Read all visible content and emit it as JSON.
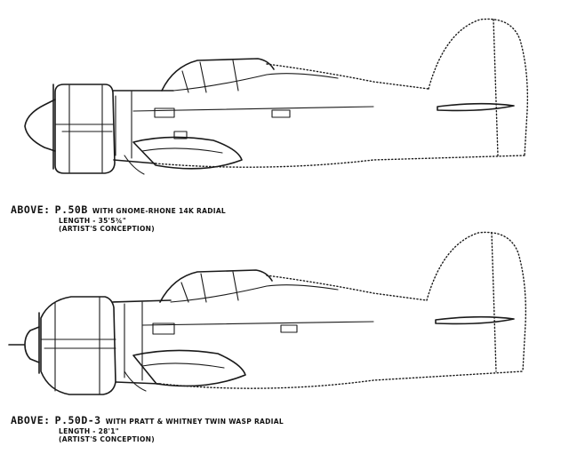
{
  "captions": [
    {
      "lead": "ABOVE:",
      "model": "P.50B",
      "engine": "WITH GNOME-RHONE 14K RADIAL",
      "length": "LENGTH - 35'5¾\"",
      "note": "(ARTIST'S CONCEPTION)"
    },
    {
      "lead": "ABOVE:",
      "model": "P.50D-3",
      "engine": "WITH PRATT & WHITNEY TWIN WASP RADIAL",
      "length": "LENGTH - 28'1\"",
      "note": "(ARTIST'S CONCEPTION)"
    }
  ]
}
